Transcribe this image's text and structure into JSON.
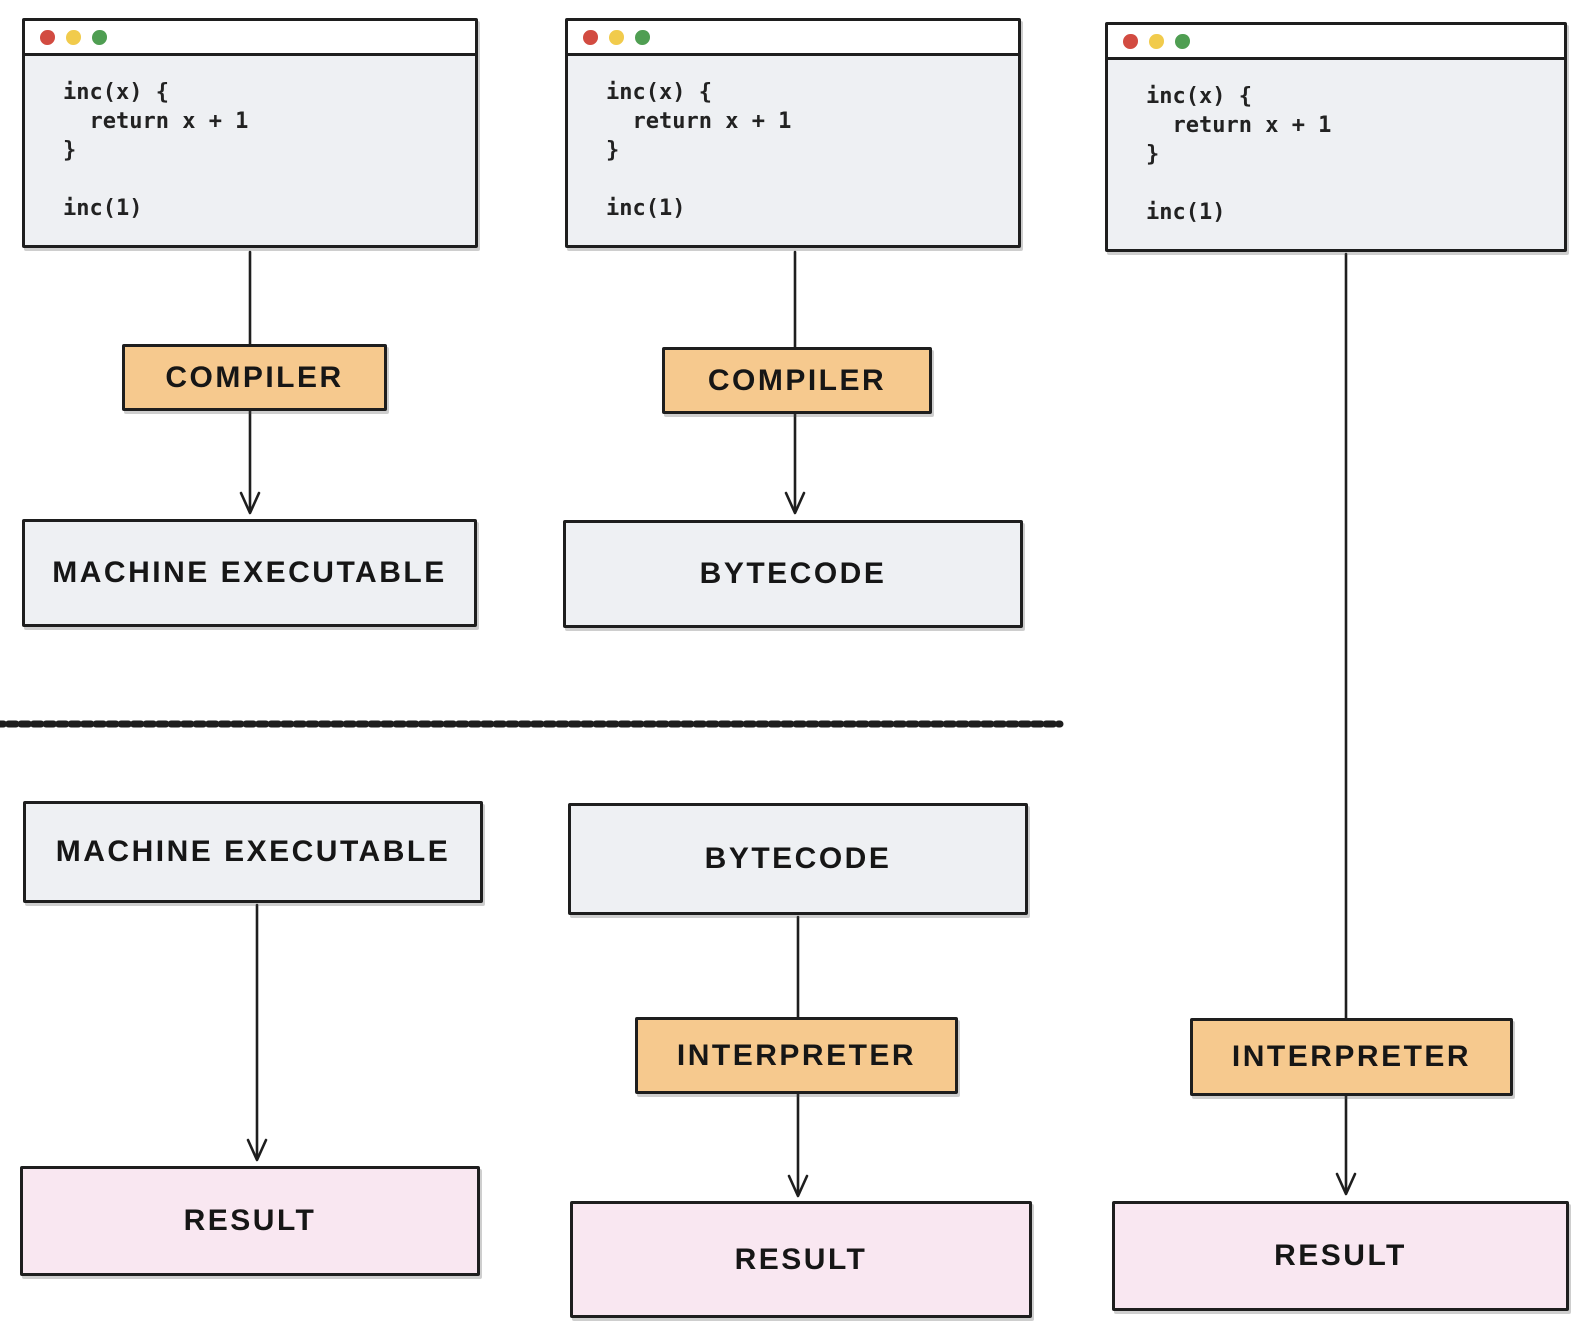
{
  "colors": {
    "ink": "#1e1e1e",
    "window_fill": "#eef0f3",
    "box_gray_fill": "#eef0f3",
    "box_orange_fill": "#f6c98e",
    "box_pink_fill": "#f9e7f1",
    "titlebar_fill": "#ffffff",
    "dot_red": "#d24b41",
    "dot_yellow": "#f1cb4c",
    "dot_green": "#4f9e52"
  },
  "code_window": {
    "lines": [
      "inc(x) {",
      "  return x + 1",
      "}",
      "",
      "inc(1)"
    ]
  },
  "labels": {
    "compiler": "COMPILER",
    "interpreter": "INTERPRETER",
    "machine_executable": "MACHINE EXECUTABLE",
    "bytecode": "BYTECODE",
    "result": "RESULT"
  },
  "flows": {
    "column_1_top": [
      "source code",
      "COMPILER",
      "MACHINE EXECUTABLE"
    ],
    "column_1_bottom": [
      "MACHINE EXECUTABLE",
      "RESULT"
    ],
    "column_2_top": [
      "source code",
      "COMPILER",
      "BYTECODE"
    ],
    "column_2_bottom": [
      "BYTECODE",
      "INTERPRETER",
      "RESULT"
    ],
    "column_3": [
      "source code",
      "INTERPRETER",
      "RESULT"
    ]
  }
}
